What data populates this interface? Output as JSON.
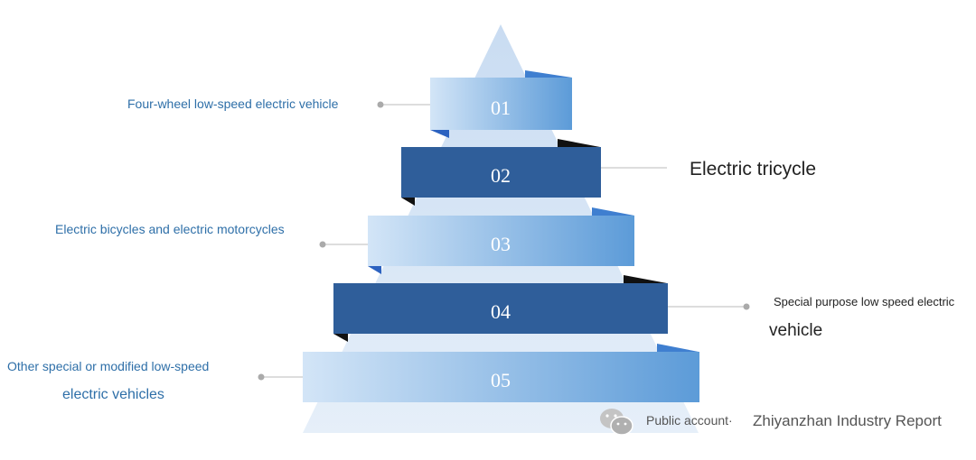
{
  "tiers": [
    {
      "number": "01",
      "label": "Four-wheel low-speed electric vehicle"
    },
    {
      "number": "02",
      "label": "Electric tricycle"
    },
    {
      "number": "03",
      "label": "Electric bicycles and electric motorcycles"
    },
    {
      "number": "04",
      "label_line1": "Special purpose low speed electric",
      "label_line2": "vehicle"
    },
    {
      "number": "05",
      "label_line1": "Other special or modified low-speed",
      "label_line2": "electric vehicles"
    }
  ],
  "watermark": {
    "icon": "wechat-icon",
    "prefix": "Public account·",
    "name": "Zhiyanzhan Industry Report"
  },
  "colors": {
    "light_band": "#8fbde8",
    "dark_band": "#2f5e9a",
    "pyramid": "#dce8f6",
    "label_blue": "#2e6fa8"
  }
}
